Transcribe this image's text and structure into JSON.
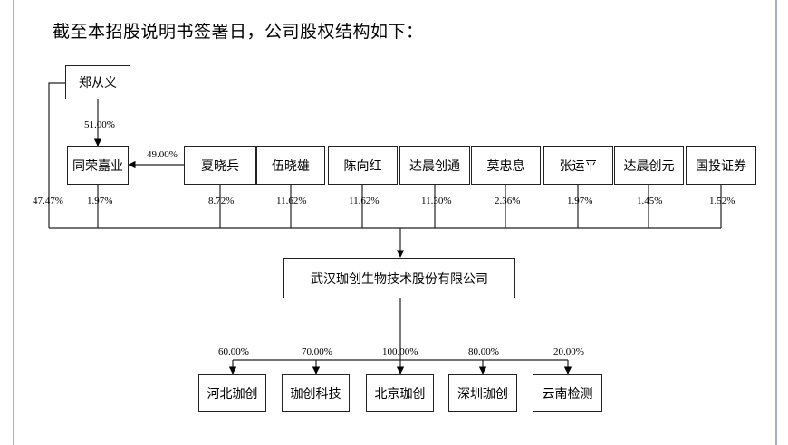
{
  "intro": "截至本招股说明书签署日，公司股权结构如下：",
  "founder": {
    "name": "郑从义",
    "stake_in_trong": "51.00%",
    "direct": "47.47%"
  },
  "trong": {
    "name": "同荣嘉业",
    "stake": "1.97%",
    "xia_stake_in_trong": "49.00%"
  },
  "shareholders": [
    {
      "name": "夏晓兵",
      "stake": "8.72%"
    },
    {
      "name": "伍晓雄",
      "stake": "11.62%"
    },
    {
      "name": "陈向红",
      "stake": "11.62%"
    },
    {
      "name": "达晨创通",
      "stake": "11.30%"
    },
    {
      "name": "莫忠息",
      "stake": "2.36%"
    },
    {
      "name": "张运平",
      "stake": "1.97%"
    },
    {
      "name": "达晨创元",
      "stake": "1.45%"
    },
    {
      "name": "国投证券",
      "stake": "1.52%"
    }
  ],
  "company": {
    "name": "武汉珈创生物技术股份有限公司"
  },
  "subsidiaries": [
    {
      "name": "河北珈创",
      "stake": "60.00%"
    },
    {
      "name": "珈创科技",
      "stake": "70.00%"
    },
    {
      "name": "北京珈创",
      "stake": "100.00%"
    },
    {
      "name": "深圳珈创",
      "stake": "80.00%"
    },
    {
      "name": "云南检测",
      "stake": "20.00%"
    }
  ]
}
